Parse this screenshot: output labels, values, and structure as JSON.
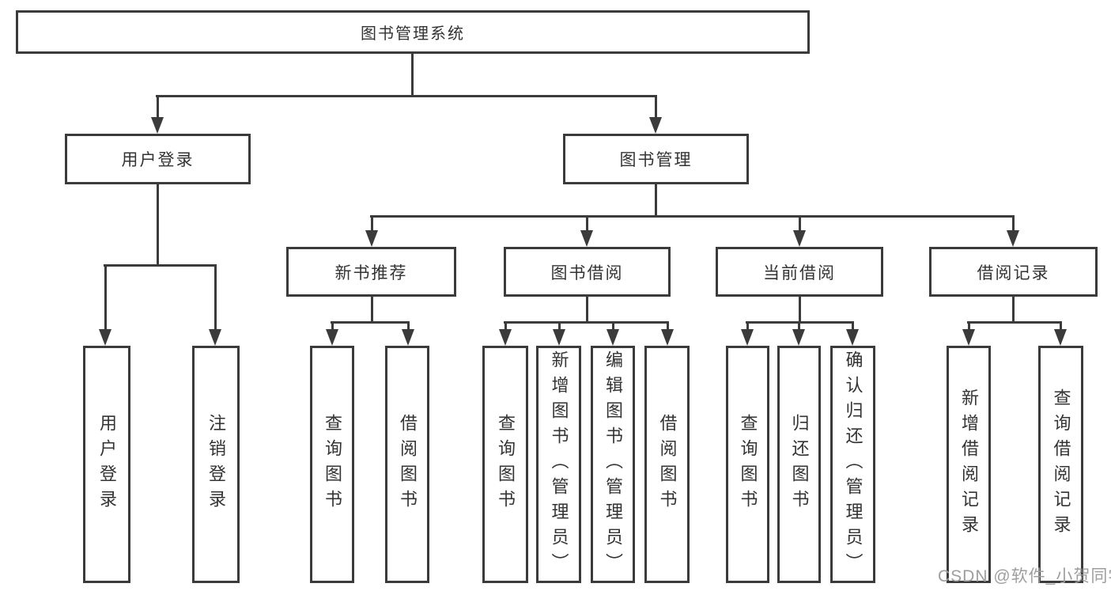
{
  "diagram": {
    "root": {
      "label": "图书管理系统"
    },
    "user_login": {
      "label": "用户登录"
    },
    "book_mgmt": {
      "label": "图书管理"
    },
    "new_book_rec": {
      "label": "新书推荐"
    },
    "book_borrow": {
      "label": "图书借阅"
    },
    "current_borrow": {
      "label": "当前借阅"
    },
    "borrow_record": {
      "label": "借阅记录"
    },
    "user_login_children": {
      "login": {
        "label": "用户登录"
      },
      "logout": {
        "label": "注销登录"
      }
    },
    "new_book_rec_children": {
      "query": {
        "label": "查询图书"
      },
      "borrow": {
        "label": "借阅图书"
      }
    },
    "book_borrow_children": {
      "query": {
        "label": "查询图书"
      },
      "add": {
        "label": "新增图书（管理员）"
      },
      "edit": {
        "label": "编辑图书（管理员）"
      },
      "borrow": {
        "label": "借阅图书"
      }
    },
    "current_borrow_children": {
      "query": {
        "label": "查询图书"
      },
      "return": {
        "label": "归还图书"
      },
      "confirm": {
        "label": "确认归还（管理员）"
      }
    },
    "borrow_record_children": {
      "add": {
        "label": "新增借阅记录"
      },
      "query": {
        "label": "查询借阅记录"
      }
    }
  },
  "watermark": {
    "text": "CSDN @软件_小贺同学"
  },
  "colors": {
    "line": "#3b3b3b",
    "text": "#333333",
    "background": "#ffffff",
    "watermark": "#9e9e9e"
  }
}
